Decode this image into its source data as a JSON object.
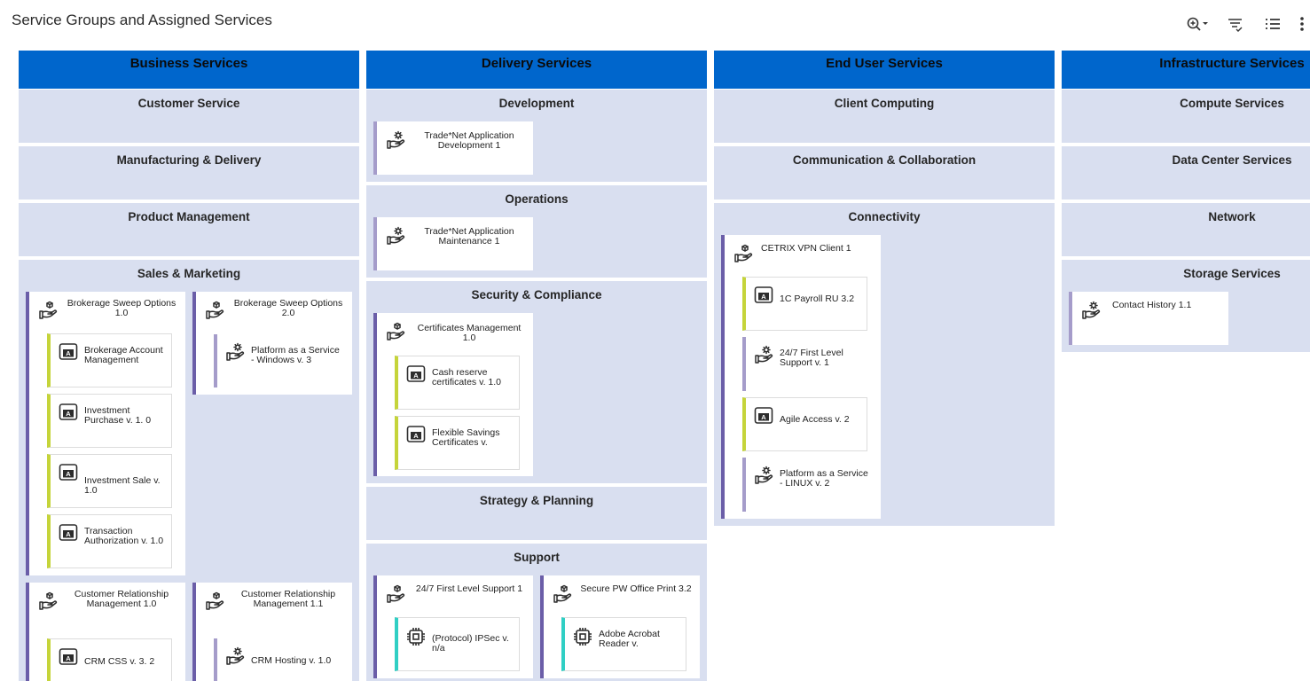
{
  "title": "Service Groups and Assigned Services",
  "toolbar": {
    "zoom": "zoom-icon",
    "filter": "filter-icon",
    "list": "list-icon",
    "more": "more-vertical-icon"
  },
  "colors": {
    "header": "#0066cc",
    "group_bg": "#d9dff0",
    "service_border": "#6b5ea8",
    "offering_border": "#c5d43a",
    "ci_border": "#30cfc4"
  },
  "columns": [
    {
      "name": "Business Services",
      "groups": [
        {
          "name": "Customer Service"
        },
        {
          "name": "Manufacturing & Delivery"
        },
        {
          "name": "Product Management"
        },
        {
          "name": "Sales & Marketing",
          "services": [
            {
              "name": "Brokerage Sweep Options 1.0",
              "items": [
                "Brokerage Account Management",
                "Investment Purchase v. 1. 0",
                "Investment Sale v. 1.0",
                "Transaction Authorization v. 1.0"
              ]
            },
            {
              "name": "Brokerage Sweep Options 2.0",
              "items": [
                "Platform as a Service - Windows v. 3"
              ]
            },
            {
              "name": "Customer Relationship Management 1.0",
              "items": [
                "CRM CSS v. 3. 2"
              ]
            },
            {
              "name": "Customer Relationship Management 1.1",
              "items": [
                "CRM Hosting v. 1.0"
              ]
            }
          ]
        }
      ]
    },
    {
      "name": "Delivery Services",
      "groups": [
        {
          "name": "Development",
          "services": [
            {
              "name": "Trade*Net Application Development 1"
            }
          ]
        },
        {
          "name": "Operations",
          "services": [
            {
              "name": "Trade*Net Application Maintenance 1"
            }
          ]
        },
        {
          "name": "Security & Compliance",
          "services": [
            {
              "name": "Certificates Management 1.0",
              "items": [
                "Cash reserve certificates v. 1.0",
                "Flexible Savings Certificates v."
              ]
            }
          ]
        },
        {
          "name": "Strategy & Planning"
        },
        {
          "name": "Support",
          "services": [
            {
              "name": "24/7 First Level Support 1",
              "items": [
                "(Protocol) IPSec v. n/a"
              ]
            },
            {
              "name": "Secure PW Office Print 3.2",
              "items": [
                "Adobe Acrobat Reader v."
              ]
            }
          ]
        }
      ]
    },
    {
      "name": "End User Services",
      "groups": [
        {
          "name": "Client Computing"
        },
        {
          "name": "Communication & Collaboration"
        },
        {
          "name": "Connectivity",
          "services": [
            {
              "name": "CETRIX VPN Client 1",
              "items": [
                "1C Payroll RU 3.2",
                "24/7 First Level Support v. 1",
                "Agile Access v. 2",
                "Platform as a Service - LINUX v. 2"
              ]
            }
          ]
        }
      ]
    },
    {
      "name": "Infrastructure Services",
      "groups": [
        {
          "name": "Compute Services"
        },
        {
          "name": "Data Center Services"
        },
        {
          "name": "Network"
        },
        {
          "name": "Storage Services",
          "services": [
            {
              "name": "Contact History 1.1"
            }
          ]
        }
      ]
    }
  ]
}
